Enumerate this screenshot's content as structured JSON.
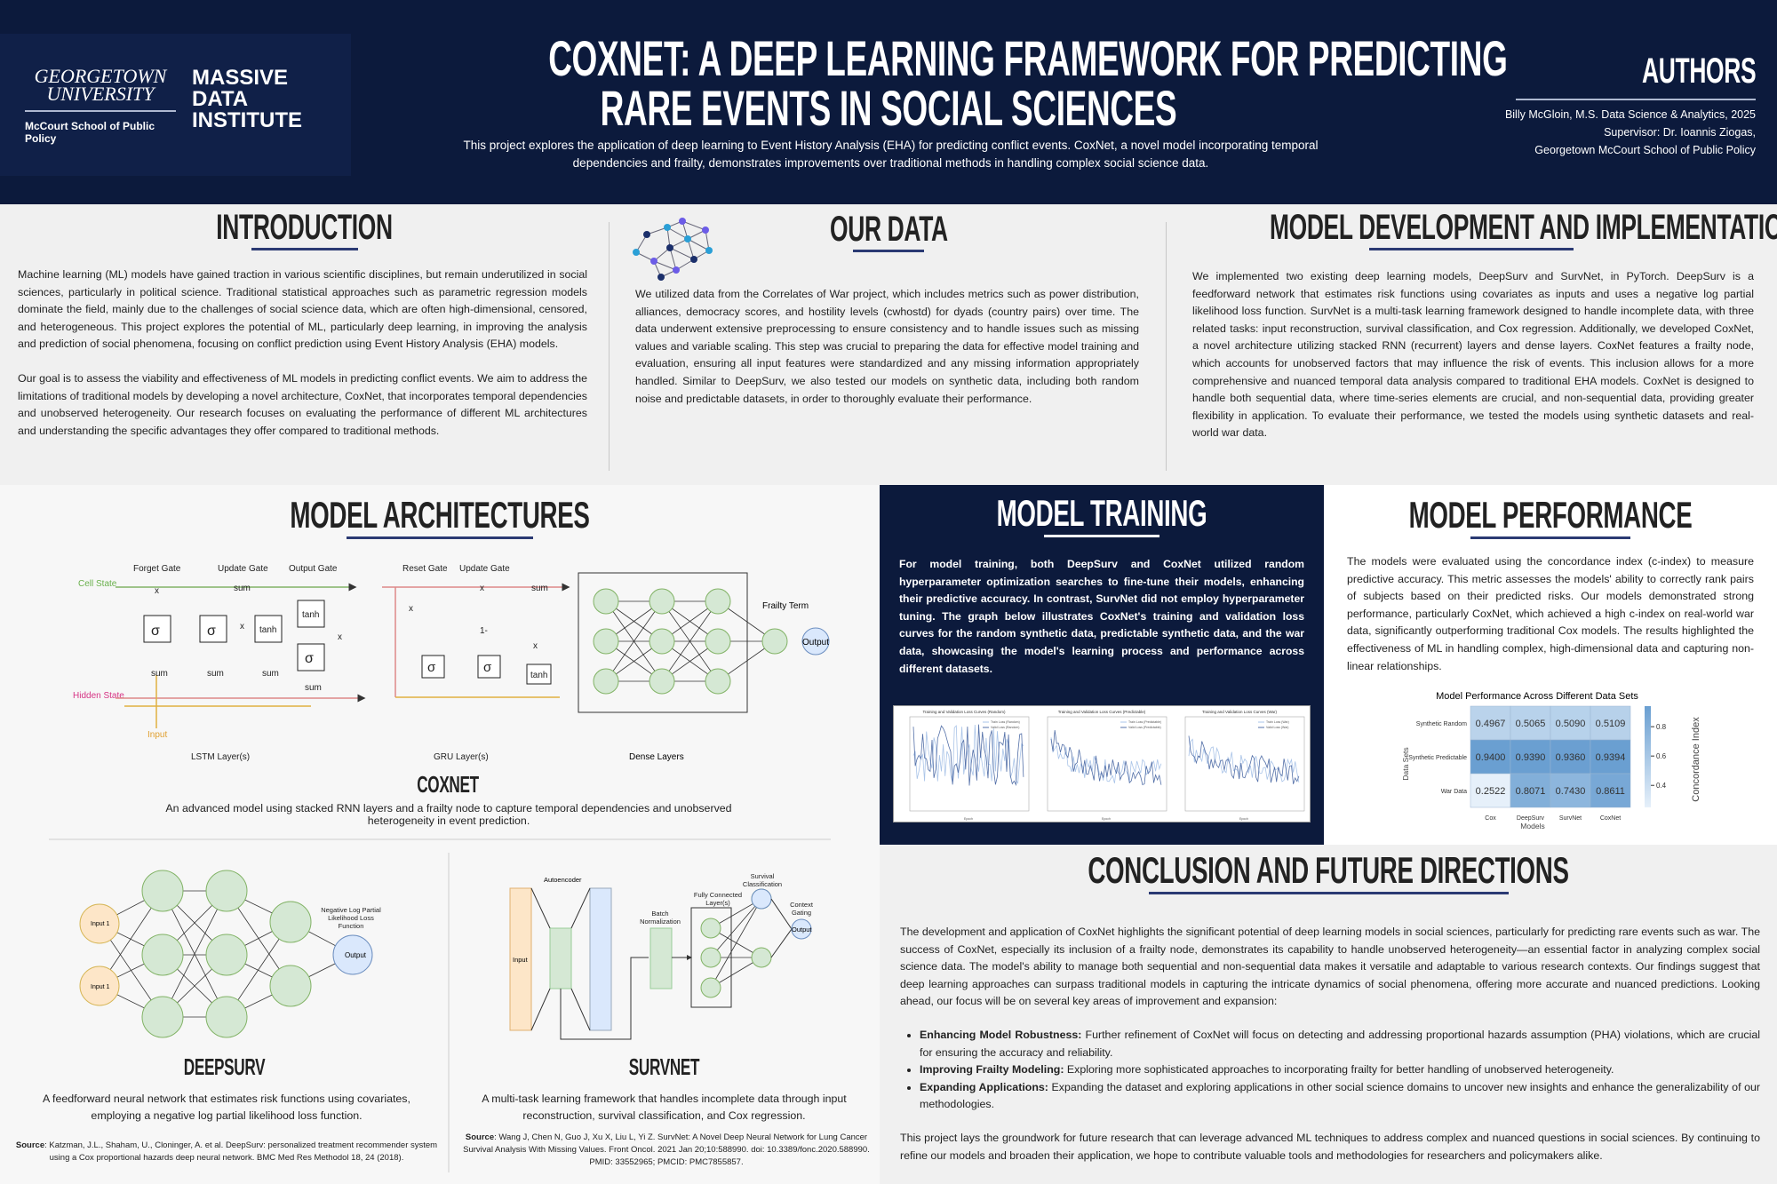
{
  "header": {
    "logo": {
      "university": "GEORGETOWN UNIVERSITY",
      "school": "McCourt School of Public Policy",
      "institute": "MASSIVE DATA INSTITUTE"
    },
    "title_line1": "CoxNet: A Deep Learning Framework for Predicting",
    "title_line2": "Rare Events in Social Sciences",
    "subtitle": "This project explores the application of deep learning to Event History Analysis (EHA) for predicting conflict events. CoxNet, a novel model incorporating temporal dependencies and frailty, demonstrates improvements over traditional methods in handling complex social science data.",
    "authors_heading": "Authors",
    "authors": [
      "Billy McGloin, M.S. Data Science & Analytics, 2025",
      "Supervisor: Dr. Ioannis Ziogas,",
      "Georgetown McCourt School of Public Policy"
    ]
  },
  "introduction": {
    "heading": "Introduction",
    "paragraphs": [
      "Machine learning (ML) models have gained traction in various scientific disciplines, but remain underutilized in social sciences, particularly in political science. Traditional statistical approaches such as parametric regression models dominate the field, mainly due to the challenges of social science data, which are often high-dimensional, censored, and heterogeneous. This project explores the potential of ML, particularly deep learning, in improving the analysis and prediction of social phenomena, focusing on conflict prediction using Event History Analysis (EHA) models.",
      "Our goal is to assess the viability and effectiveness of ML models in predicting conflict events. We aim to address the limitations of traditional models by developing a novel architecture, CoxNet, that incorporates temporal dependencies and unobserved heterogeneity. Our research focuses on evaluating the performance of different ML architectures and understanding the specific advantages they offer compared to traditional methods."
    ]
  },
  "our_data": {
    "heading": "Our Data",
    "text": "We utilized data from the Correlates of War project, which includes metrics such as power distribution, alliances, democracy scores, and hostility levels (cwhostd) for dyads (country pairs) over time. The data underwent extensive preprocessing to ensure consistency and to handle issues such as missing values and variable scaling. This step was crucial to preparing the data for effective model training and evaluation, ensuring all input features were standardized and any missing information appropriately handled. Similar to DeepSurv, we also tested our models on synthetic data, including both random noise and predictable datasets, in order to thoroughly evaluate their performance."
  },
  "model_development": {
    "heading": "Model Development and Implementation",
    "text": "We implemented two existing deep learning models, DeepSurv and SurvNet, in PyTorch. DeepSurv is a feedforward network that estimates risk functions using covariates as inputs and uses a negative log partial likelihood loss function. SurvNet is a multi-task learning framework designed to handle incomplete data, with three related tasks: input reconstruction, survival classification, and Cox regression. Additionally, we developed CoxNet, a novel architecture utilizing stacked RNN (recurrent) layers and dense layers. CoxNet features a frailty node, which accounts for unobserved factors that may influence the risk of events. This inclusion allows for a more comprehensive and nuanced temporal data analysis compared to traditional EHA models. CoxNet is designed to handle both sequential data, where time-series elements are crucial, and non-sequential data, providing greater flexibility in application. To evaluate their performance, we tested the models using synthetic datasets and real-world war data."
  },
  "architectures": {
    "heading": "Model Architectures",
    "coxnet": {
      "title": "CoxNet",
      "caption": "An advanced model using stacked RNN layers and a frailty node to capture temporal dependencies and unobserved heterogeneity in event prediction.",
      "labels": {
        "forget_gate": "Forget Gate",
        "update_gate": "Update Gate",
        "output_gate": "Output Gate",
        "reset_gate": "Reset Gate",
        "cell_state": "Cell State",
        "hidden_state": "Hidden State",
        "input": "Input",
        "sum": "sum",
        "times": "x",
        "sigma": "σ",
        "tanh": "tanh",
        "one_minus": "1-",
        "lstm": "LSTM Layer(s)",
        "gru": "GRU Layer(s)",
        "dense": "Dense Layers",
        "frailty": "Frailty Term",
        "output": "Output"
      }
    },
    "deepsurv": {
      "title": "DeepSurv",
      "caption": "A feedforward neural network that estimates risk functions using covariates, employing a negative log partial likelihood loss function.",
      "labels": {
        "input1": "Input 1",
        "input2": "Input 1",
        "loss": "Negative Log Partial Likelihood Loss Function",
        "output": "Output"
      },
      "source_label": "Source",
      "source": ": Katzman, J.L., Shaham, U., Cloninger, A. et al. DeepSurv: personalized treatment recommender system using a Cox proportional hazards deep neural network. BMC Med Res Methodol 18, 24 (2018)."
    },
    "survnet": {
      "title": "SurvNet",
      "caption": "A multi-task learning framework that handles incomplete data through input reconstruction, survival classification, and Cox regression.",
      "labels": {
        "autoencoder": "Autoencoder",
        "input": "Input",
        "batch_norm": "Batch Normalization",
        "fc": "Fully Connected Layer(s)",
        "survival": "Survival Classification",
        "context": "Context Gating",
        "output": "Output"
      },
      "source_label": "Source",
      "source": ": Wang J, Chen N, Guo J, Xu X, Liu L, Yi Z. SurvNet: A Novel Deep Neural Network for Lung Cancer Survival Analysis With Missing Values. Front Oncol. 2021 Jan 20;10:588990. doi: 10.3389/fonc.2020.588990. PMID: 33552965; PMCID: PMC7855857."
    }
  },
  "training": {
    "heading": "Model Training",
    "text": "For model training, both DeepSurv and CoxNet utilized random hyperparameter optimization searches to fine-tune their models, enhancing their predictive accuracy. In contrast, SurvNet did not employ hyperparameter tuning. The graph below illustrates CoxNet's training and validation loss curves for the random synthetic data, predictable synthetic data, and the war data, showcasing the model's learning process and performance across different datasets.",
    "charts": [
      {
        "title": "Training and Validation Loss Curves (Random)",
        "legend": [
          "Train Loss (Random)",
          "Valid Loss (Random)"
        ],
        "xlabel": "Epoch"
      },
      {
        "title": "Training and Validation Loss Curves (Predictable)",
        "legend": [
          "Train Loss (Predictable)",
          "Valid Loss (Predictable)"
        ],
        "xlabel": "Epoch"
      },
      {
        "title": "Training and Validation Loss Curves (War)",
        "legend": [
          "Train Loss (War)",
          "Valid Loss (War)"
        ],
        "xlabel": "Epoch"
      }
    ]
  },
  "performance": {
    "heading": "Model Performance",
    "text": "The models were evaluated using the concordance index (c-index) to measure predictive accuracy. This metric assesses the models' ability to correctly rank pairs of subjects based on their predicted risks. Our models demonstrated strong performance, particularly CoxNet, which achieved a high c-index on real-world war data, significantly outperforming traditional Cox models. The results highlighted the effectiveness of ML in handling complex, high-dimensional data and capturing non-linear relationships."
  },
  "chart_data": {
    "type": "heatmap",
    "title": "Model Performance Across Different Data Sets",
    "xlabel": "Models",
    "ylabel": "Data Sets",
    "categories": [
      "Cox",
      "DeepSurv",
      "SurvNet",
      "CoxNet"
    ],
    "rows": [
      "Synthetic Random",
      "Synthetic Predictable",
      "War Data"
    ],
    "values": [
      [
        0.4967,
        0.5065,
        0.509,
        0.5109
      ],
      [
        0.94,
        0.939,
        0.936,
        0.9394
      ],
      [
        0.2522,
        0.8071,
        0.743,
        0.8611
      ]
    ],
    "value_labels": [
      [
        "0.4967",
        "0.5065",
        "0.5090",
        "0.5109"
      ],
      [
        "0.9400",
        "0.9390",
        "0.9360",
        "0.9394"
      ],
      [
        "0.2522",
        "0.8071",
        "0.7430",
        "0.8611"
      ]
    ],
    "colorbar": {
      "label": "Concordance Index",
      "ticks": [
        "0.8",
        "0.6",
        "0.4"
      ],
      "range": [
        0.25,
        0.94
      ],
      "low_color": "#e6f0fa",
      "high_color": "#6a9fd1"
    }
  },
  "conclusion": {
    "heading": "Conclusion and Future Directions",
    "intro": "The development and application of CoxNet highlights the significant potential of deep learning models in social sciences, particularly for predicting rare events such as war. The success of CoxNet, especially its inclusion of a frailty node, demonstrates its capability to handle unobserved heterogeneity—an essential factor in analyzing complex social science data. The model's ability to manage both sequential and non-sequential data makes it versatile and adaptable to various research contexts. Our findings suggest that deep learning approaches can surpass traditional models in capturing the intricate dynamics of social phenomena, offering more accurate and nuanced predictions. Looking ahead, our focus will be on several key areas of improvement and expansion:",
    "bullets": [
      {
        "title": "Enhancing Model Robustness:",
        "text": " Further refinement of CoxNet will focus on detecting and addressing proportional hazards assumption (PHA) violations, which are crucial for ensuring the accuracy and reliability."
      },
      {
        "title": "Improving Frailty Modeling:",
        "text": " Exploring more sophisticated approaches to incorporating frailty for better handling of unobserved heterogeneity."
      },
      {
        "title": "Expanding Applications:",
        "text": " Expanding the dataset and exploring applications in other social science domains to uncover new insights and enhance the generalizability of our methodologies."
      }
    ],
    "closing": "This project lays the groundwork for future research that can leverage advanced ML techniques to address complex and nuanced questions in social sciences. By continuing to refine our models and broaden their application, we hope to contribute valuable tools and methodologies for researchers and policymakers alike."
  },
  "colors": {
    "navy": "#0c1a3c",
    "accent_line": "#2b3a73",
    "node_green": "#d5e8d4",
    "node_orange": "#fde6c8",
    "node_blue": "#dae8fc"
  }
}
